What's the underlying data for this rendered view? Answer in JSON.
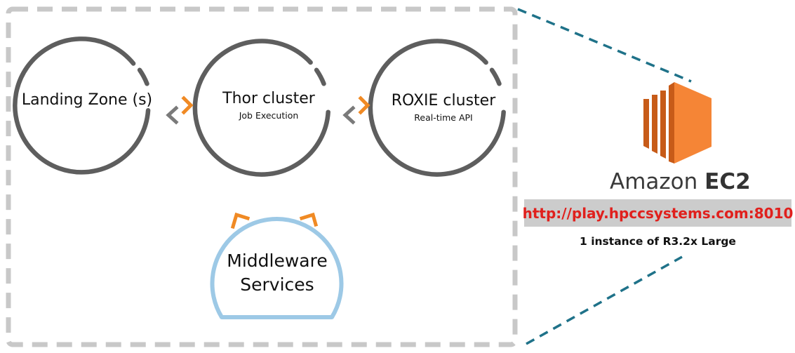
{
  "nodes": {
    "landing_zone": {
      "title": "Landing Zone (s)"
    },
    "thor": {
      "title": "Thor cluster",
      "subtitle": "Job Execution"
    },
    "roxie": {
      "title": "ROXIE cluster",
      "subtitle": "Real-time API"
    },
    "middleware": {
      "title_line1": "Middleware",
      "title_line2": "Services"
    }
  },
  "ec2": {
    "brand": "Amazon",
    "product": "EC2",
    "url": "http://play.hpccsystems.com:8010",
    "instance": "1 instance of R3.2x Large"
  },
  "icons": [
    "amazon-ec2-logo-icon",
    "bidirectional-arrow-icon"
  ],
  "colors": {
    "circle": "#5e5e5e",
    "middleware": "#9dc9e6",
    "accent_orange": "#f08a24",
    "arrow_gray": "#7a7a7a",
    "teal_dash": "#1f7289",
    "border_dash": "#c8c8c8",
    "url_red": "#e0201d",
    "url_bg": "#cccccc",
    "ec2_orange_dark": "#c75b18",
    "ec2_orange": "#f58536"
  }
}
